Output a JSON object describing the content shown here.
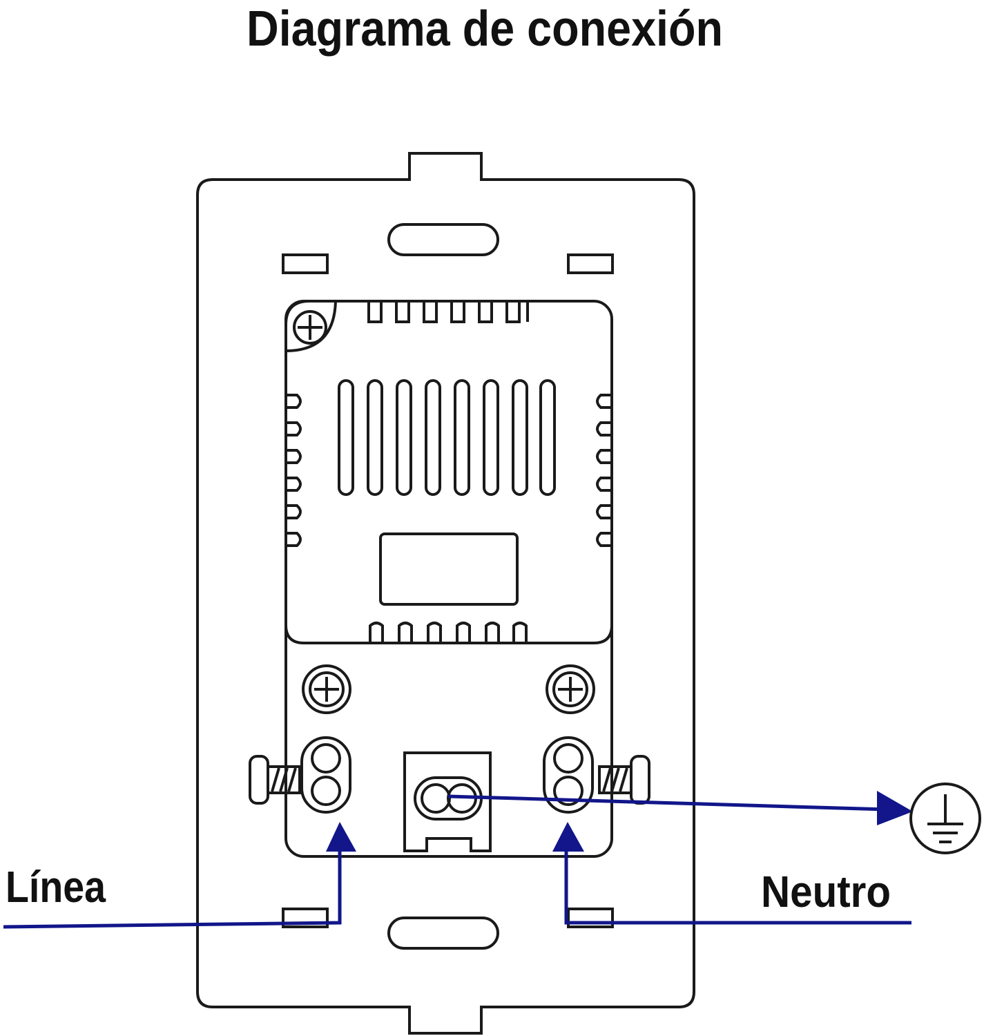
{
  "title": "Diagrama de conexión",
  "labels": {
    "line": "Línea",
    "neutral": "Neutro"
  },
  "colors": {
    "wire": "#12168a",
    "outline": "#1a1a1a",
    "background": "#ffffff"
  },
  "icons": {
    "ground": "ground-icon",
    "screw": "phillips-screw-icon"
  }
}
